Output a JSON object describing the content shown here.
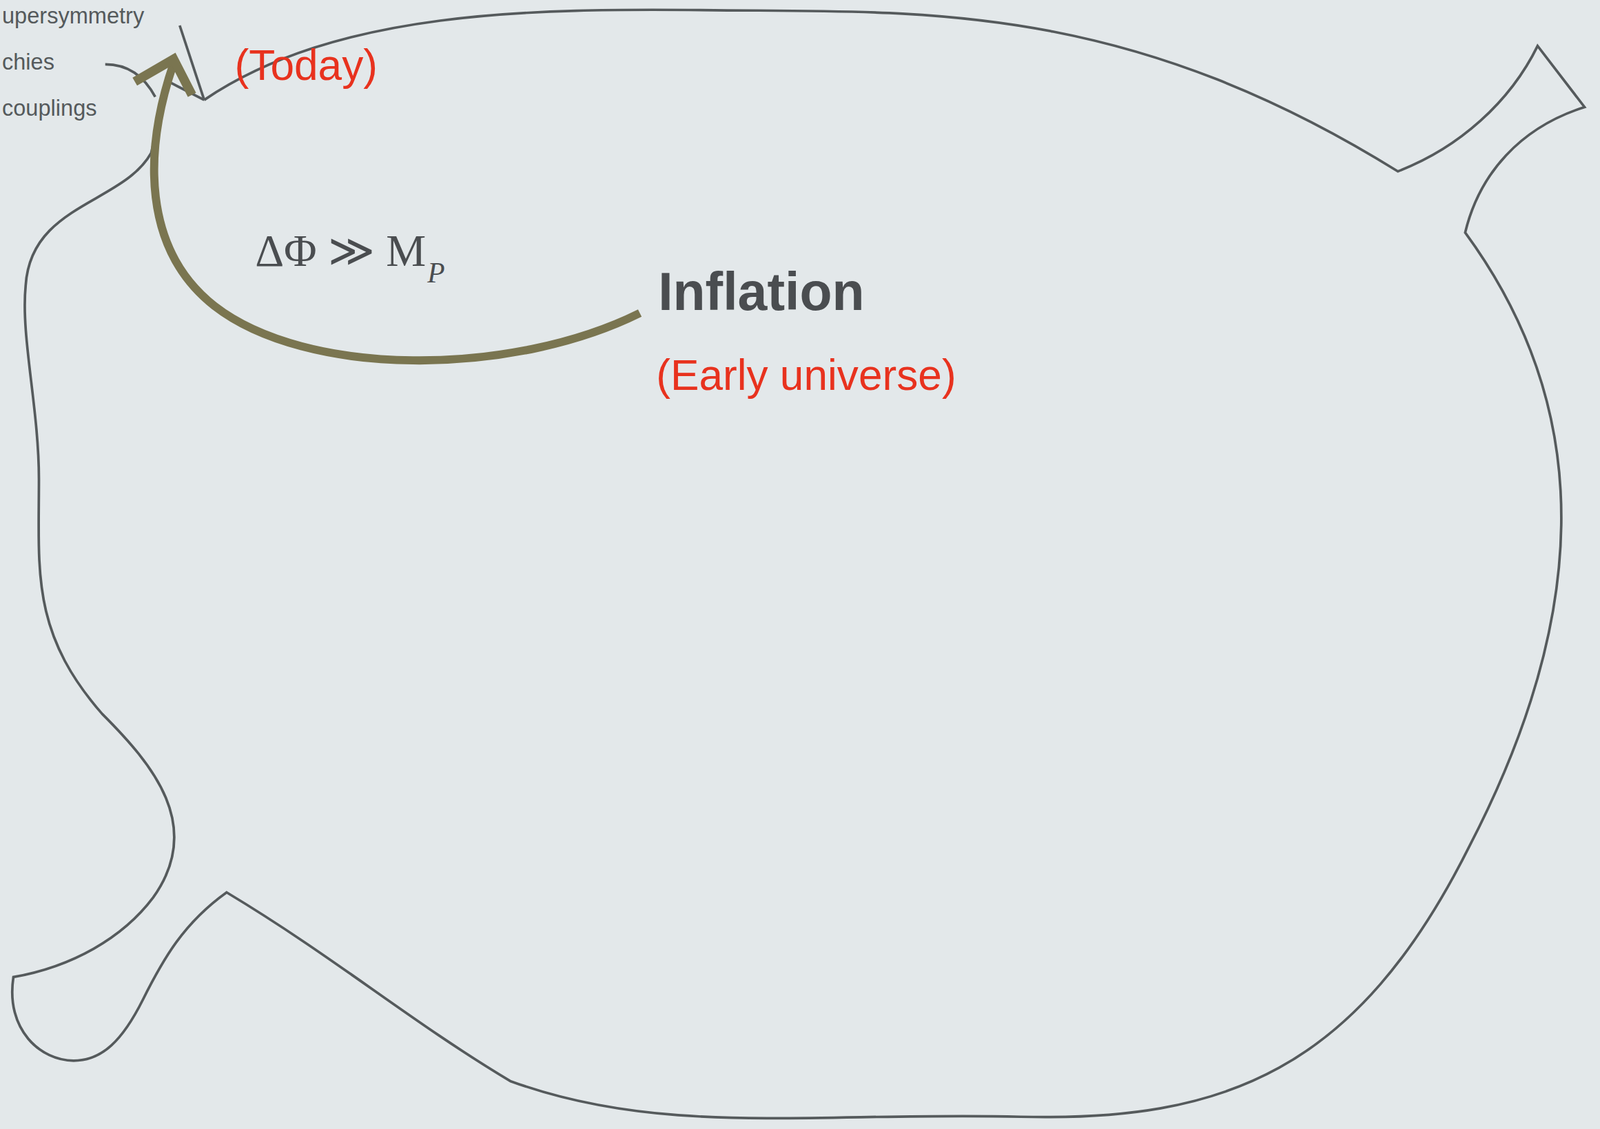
{
  "diagram": {
    "labels": [
      "upersymmetry",
      "chies",
      "couplings",
      "(Today)",
      "ΔΦ ≫ M",
      "P",
      "Inflation",
      "(Early universe)"
    ]
  }
}
